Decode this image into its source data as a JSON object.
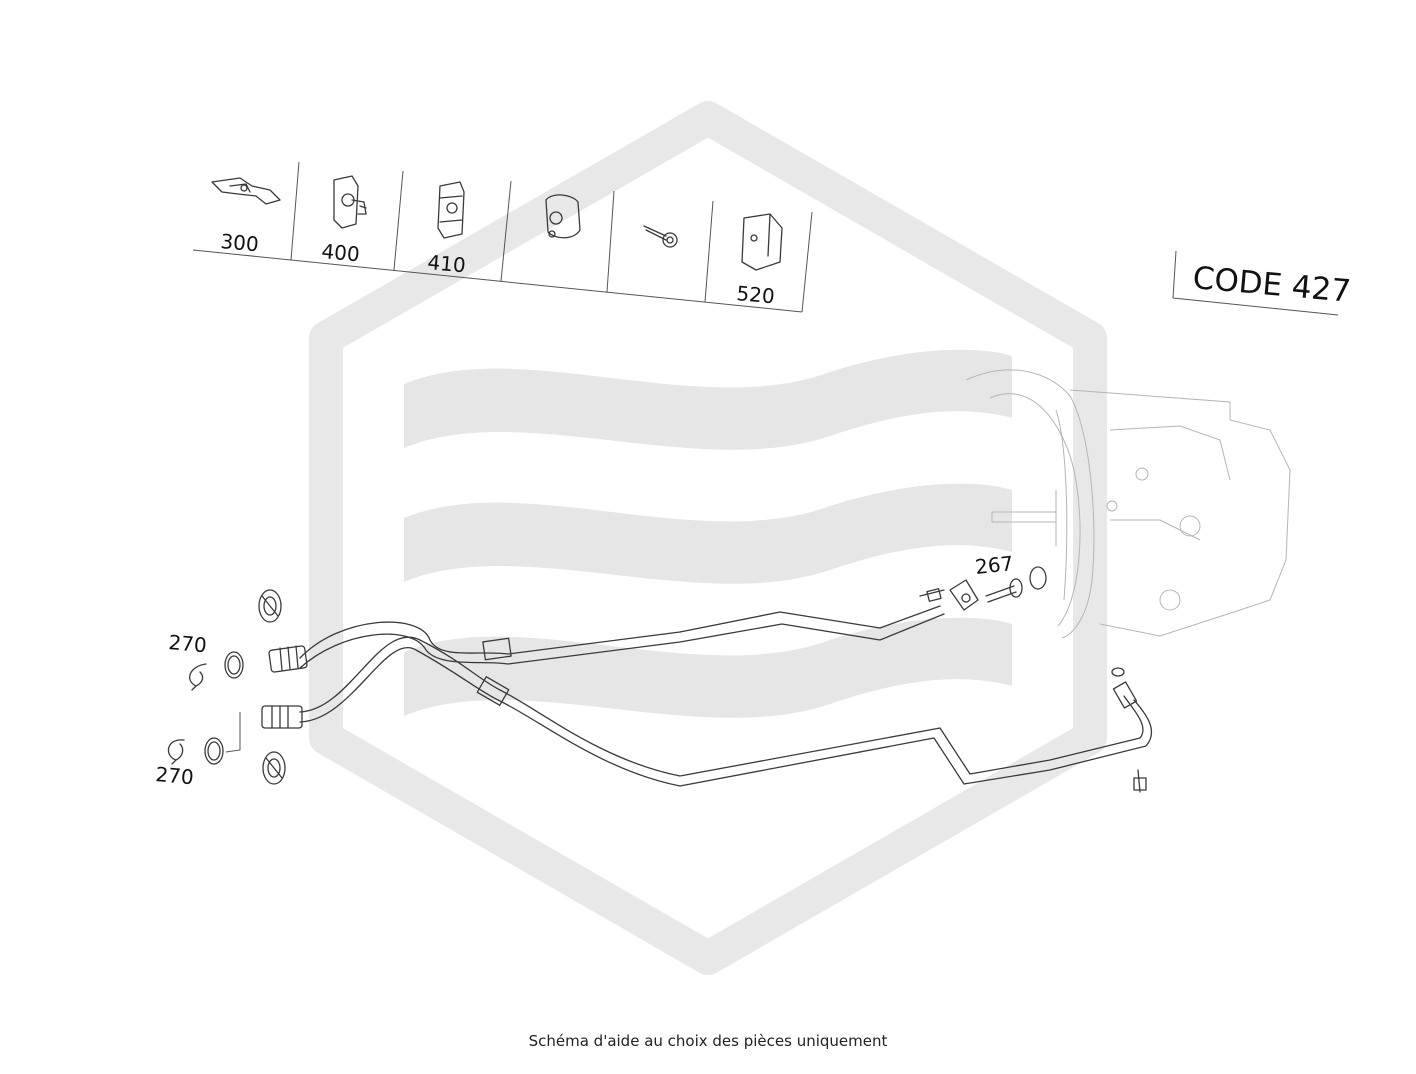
{
  "diagram": {
    "code_label": "CODE 427",
    "footer_note": "Schéma d'aide au choix des pièces uniquement",
    "legend_parts": [
      {
        "number": "300",
        "icon": "clip-bracket-icon"
      },
      {
        "number": "400",
        "icon": "bracket-with-stud-icon"
      },
      {
        "number": "410",
        "icon": "bracket-plate-icon"
      },
      {
        "number": "",
        "icon": "rubber-clamp-icon"
      },
      {
        "number": "",
        "icon": "bolt-icon"
      },
      {
        "number": "520",
        "icon": "mounting-bracket-icon"
      }
    ],
    "callouts": {
      "part_267": "267",
      "part_270_upper": "270",
      "part_270_lower": "270"
    }
  },
  "colors": {
    "line": "#3a3a3a",
    "watermark": "#e6e6e6",
    "background": "#ffffff"
  }
}
